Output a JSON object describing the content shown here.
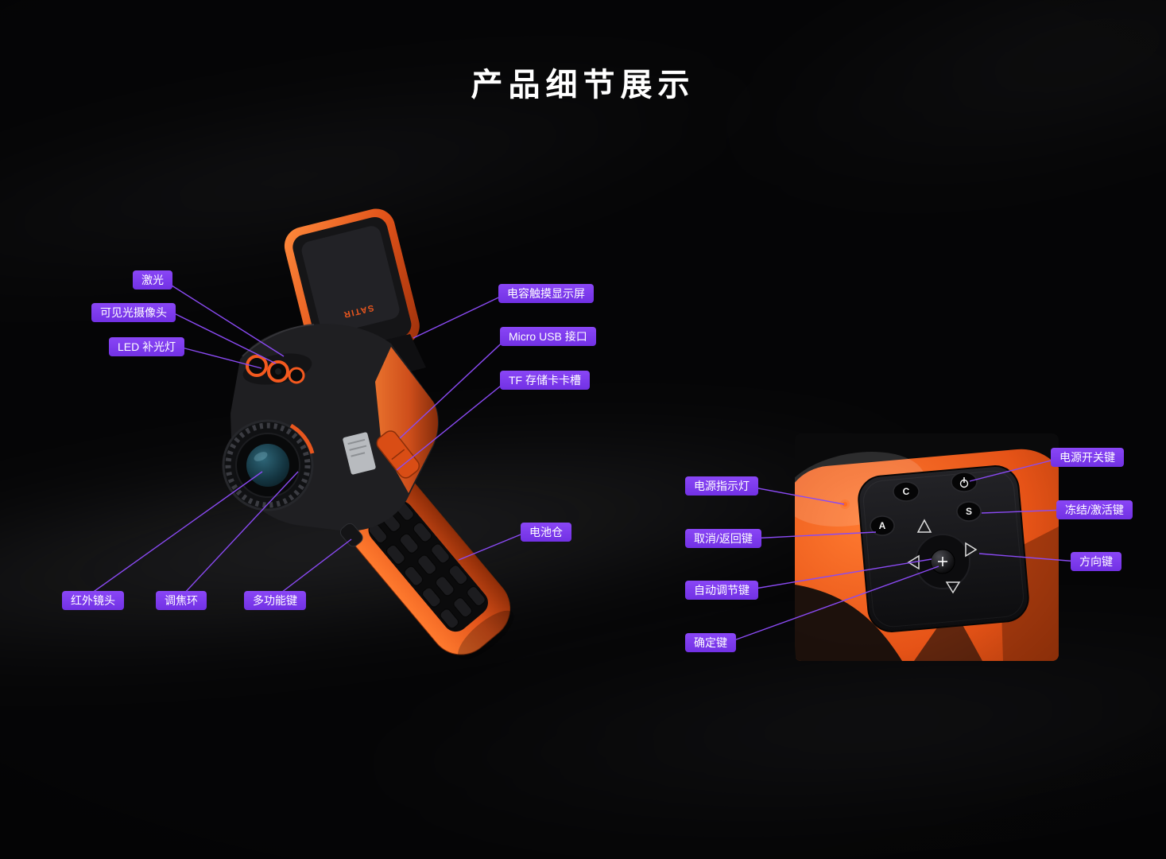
{
  "page": {
    "title": "产品细节展示"
  },
  "colors": {
    "accent_purple": "#7d3af0",
    "device_orange": "#e8561e",
    "indicator_orange": "#ff6a1f",
    "background": "#050506"
  },
  "device": {
    "brand": "SATIR"
  },
  "callouts": {
    "left": {
      "laser": "激光",
      "visible_camera": "可见光摄像头",
      "led_light": "LED 补光灯",
      "touch_screen": "电容触摸显示屏",
      "micro_usb": "Micro USB 接口",
      "tf_card": "TF 存储卡卡槽",
      "battery": "电池仓",
      "ir_lens": "红外镜头",
      "focus_ring": "调焦环",
      "multi_function": "多功能键"
    },
    "right": {
      "power_indicator": "电源指示灯",
      "cancel_return": "取消/返回键",
      "auto_adjust": "自动调节键",
      "confirm": "确定键",
      "power_switch": "电源开关键",
      "freeze_activate": "冻结/激活键",
      "direction": "方向键"
    }
  },
  "panel": {
    "buttons": {
      "cancel": "C",
      "auto": "A",
      "freeze": "S"
    }
  }
}
